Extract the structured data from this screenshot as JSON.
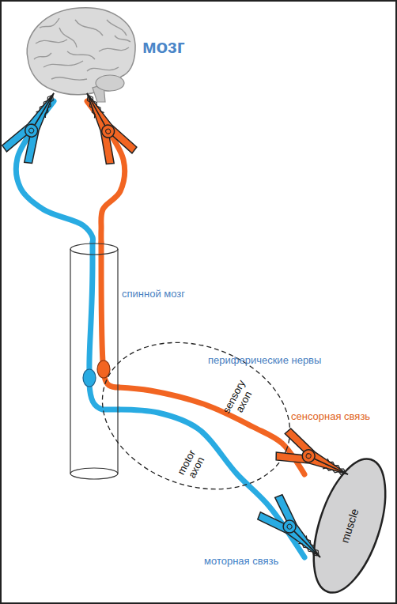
{
  "diagram": {
    "nodes": [
      {
        "text": [
          "мозг"
        ]
      },
      {
        "text": [
          "спинной мозг"
        ]
      },
      {
        "text": [
          "периферические нервы"
        ]
      },
      {
        "text": [
          "muscle"
        ]
      }
    ],
    "edges": [
      {
        "from": 0,
        "to": 1,
        "arrow": "none"
      },
      {
        "from": 1,
        "to": 0,
        "arrow": "none"
      },
      {
        "from": 1,
        "to": 3,
        "label": "motor axon",
        "arrow": "none"
      },
      {
        "from": 3,
        "to": 1,
        "label": "sensory axon",
        "arrow": "none"
      }
    ],
    "labels": [
      "сенсорная связь",
      "моторная связь"
    ]
  }
}
